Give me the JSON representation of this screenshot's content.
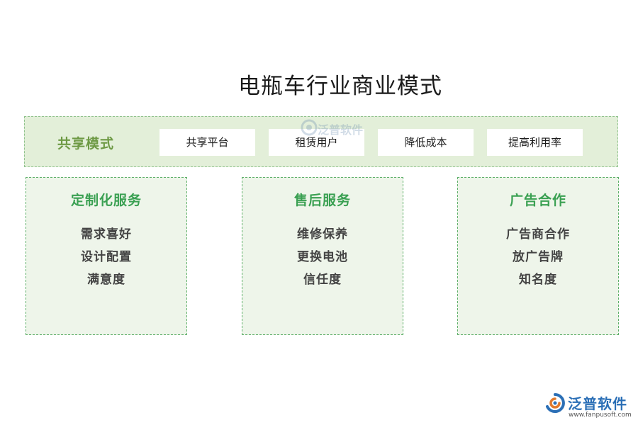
{
  "title": "电瓶车行业商业模式",
  "shared": {
    "label": "共享模式",
    "items": [
      "共享平台",
      "租赁用户",
      "降低成本",
      "提高利用率"
    ]
  },
  "cards": [
    {
      "title": "定制化服务",
      "items": [
        "需求喜好",
        "设计配置",
        "满意度"
      ]
    },
    {
      "title": "售后服务",
      "items": [
        "维修保养",
        "更换电池",
        "信任度"
      ]
    },
    {
      "title": "广告合作",
      "items": [
        "广告商合作",
        "放广告牌",
        "知名度"
      ]
    }
  ],
  "watermark": {
    "text": "泛普软件"
  },
  "logo": {
    "name": "泛普软件",
    "url": "www.fanpusoft.com"
  },
  "colors": {
    "band_bg": "#e3efd9",
    "band_label": "#6e9a45",
    "card_bg": "#eef5ea",
    "card_title": "#3aa052",
    "logo": "#2b6fb6"
  }
}
